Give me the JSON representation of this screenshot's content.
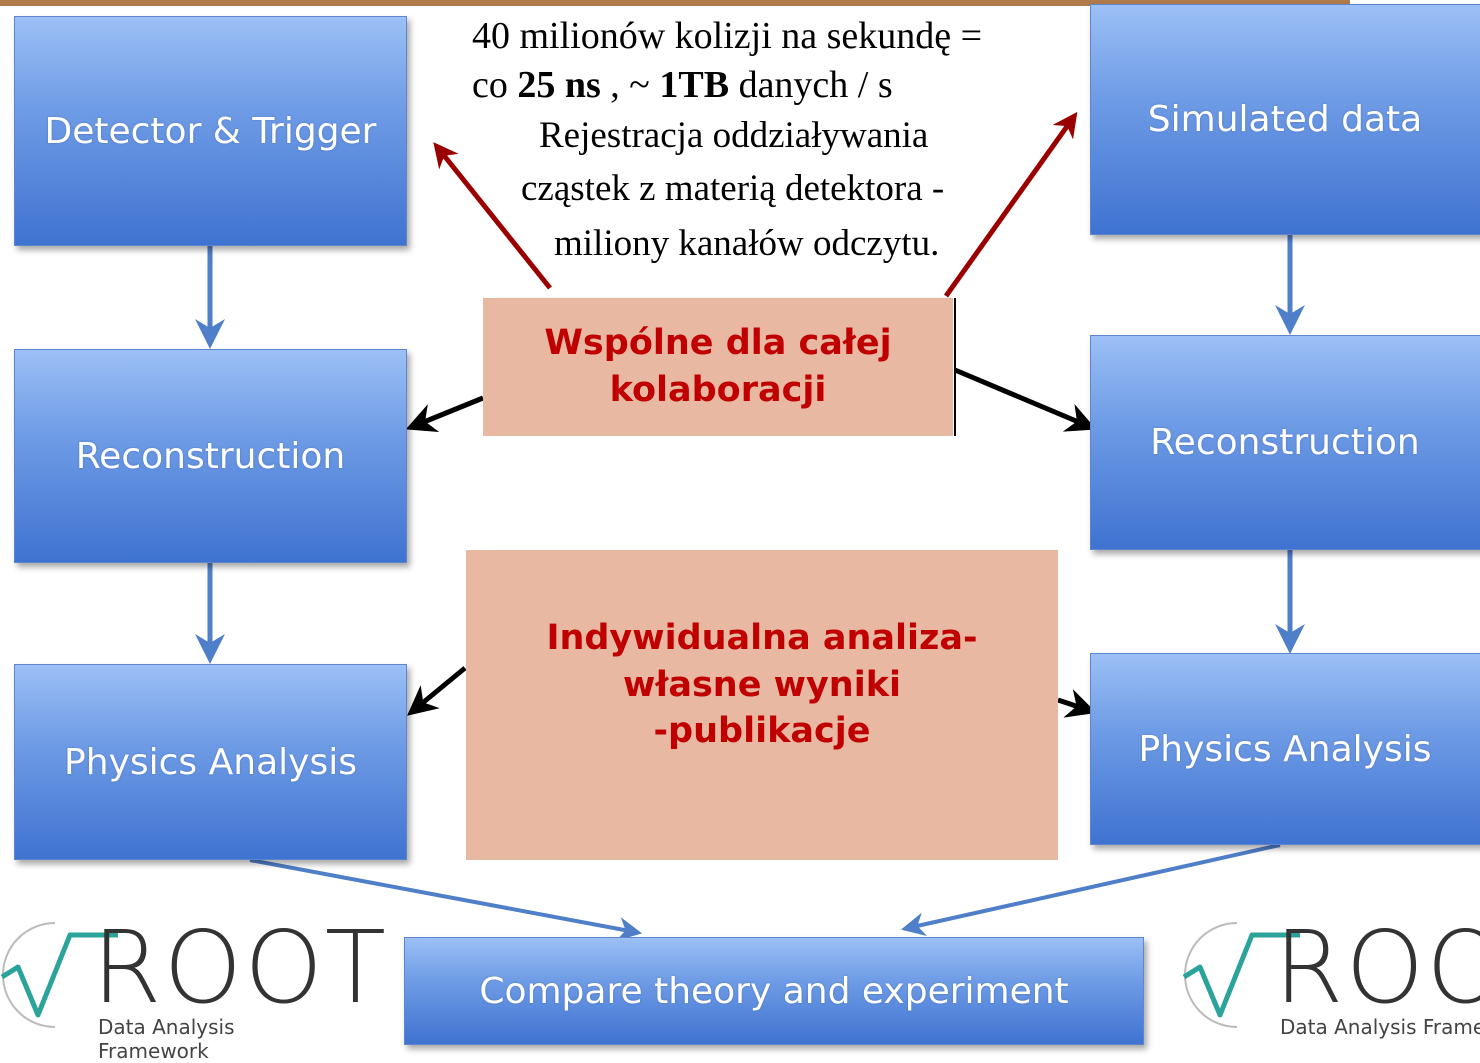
{
  "left_column": {
    "detector": "Detector & Trigger",
    "reconstruction": "Reconstruction",
    "physics": "Physics Analysis"
  },
  "right_column": {
    "simulated": "Simulated data",
    "reconstruction": "Reconstruction",
    "physics": "Physics Analysis"
  },
  "bottom": {
    "compare": "Compare theory and experiment"
  },
  "text": {
    "line1": "40 milionów kolizji na sekundę =",
    "line2_a": "co ",
    "line2_b": "25 ns",
    "line2_c": " , ~ ",
    "line2_d": "1TB",
    "line2_e": " danych / s",
    "line3": "Rejestracja oddziaływania",
    "line4": "cząstek z materią detektora -",
    "line5": "miliony kanałów odczytu."
  },
  "callouts": {
    "common_line1": "Wspólne dla całej",
    "common_line2": "kolaboracji",
    "individual_line1": "Indywidualna analiza-",
    "individual_line2": "własne wyniki",
    "individual_line3": "-publikacje"
  },
  "logos": {
    "left": {
      "word": "ROOT",
      "subtitle": "Data Analysis Framework"
    },
    "right": {
      "word": "ROOT",
      "subtitle": "Data Analysis Framew"
    }
  },
  "colors": {
    "box_blue": "#4f81d6",
    "callout_fill": "#e8b8a2",
    "callout_text": "#c00000",
    "arrow_red": "#9b0000"
  }
}
